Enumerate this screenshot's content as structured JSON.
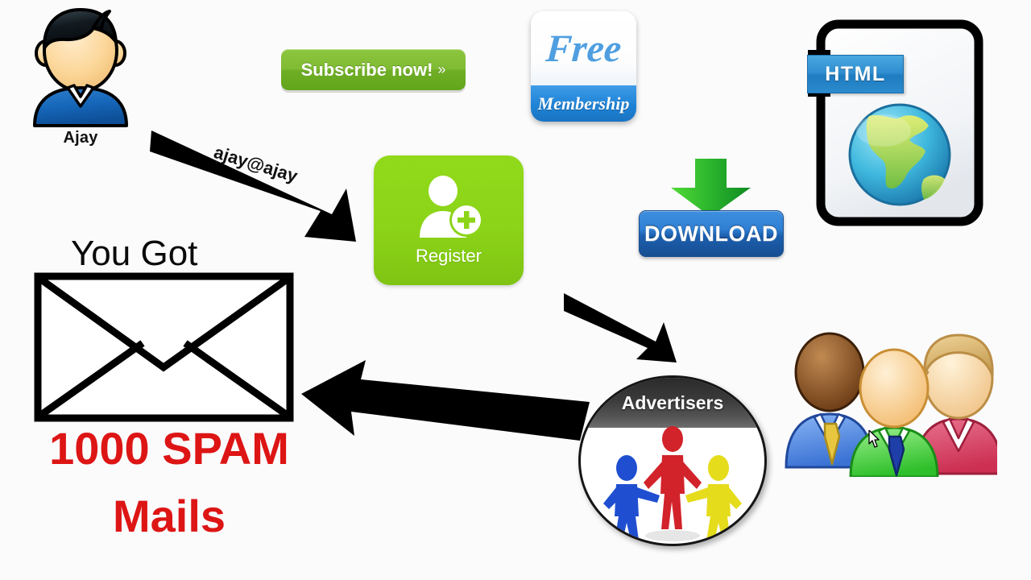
{
  "diagram": {
    "title": "Spam email flow: user registers on free site, data sold to advertisers, user receives spam",
    "background_color": "#fbfbfc"
  },
  "user": {
    "name": "Ajay",
    "avatar_icon": "user-avatar-icon",
    "email_label": "ajay@ajay"
  },
  "buttons": {
    "subscribe": {
      "label": "Subscribe now!",
      "chevron": "»",
      "color": "#7fbb33"
    },
    "register": {
      "label": "Register",
      "icon": "add-user-icon",
      "color": "#8cd418"
    },
    "download": {
      "label": "DOWNLOAD",
      "arrow_icon": "download-arrow-icon",
      "button_color": "#2f7fd4",
      "arrow_color": "#2eb82e"
    }
  },
  "badges": {
    "free_membership": {
      "top_text": "Free",
      "bottom_text": "Membership",
      "top_text_color": "#4f9fe0",
      "bottom_bg_color": "#1f83d6"
    },
    "html_file": {
      "label": "HTML",
      "icon": "html-file-globe-icon",
      "label_bg_color": "#2f8fd0"
    }
  },
  "advertisers": {
    "label": "Advertisers",
    "icon": "three-people-handshake-icon",
    "band_color": "#3b3b3b"
  },
  "audience": {
    "icon": "user-group-icon",
    "cursor_icon": "mouse-cursor-icon",
    "people": [
      {
        "shirt_color": "#4a7fe0",
        "tie_color": "#e8c63f",
        "head_color": "#7a4a22"
      },
      {
        "shirt_color": "#d94a6a",
        "tie_color": "none",
        "head_color": "#f5cf96"
      },
      {
        "shirt_color": "#4ad33f",
        "tie_color": "#1f3fa8",
        "head_color": "#f7c67a"
      }
    ]
  },
  "mailbox": {
    "heading": "You Got",
    "envelope_icon": "envelope-icon",
    "spam_line1": "1000 SPAM",
    "spam_line2": "Mails",
    "spam_color": "#dd1515",
    "heading_color": "#0a0a0a"
  },
  "arrows": [
    {
      "id": "ajay-to-register",
      "label": "ajay@ajay",
      "direction": "down-right",
      "color": "#000000"
    },
    {
      "id": "register-to-advertisers",
      "label": "",
      "direction": "down-right",
      "color": "#000000"
    },
    {
      "id": "advertisers-to-envelope",
      "label": "",
      "direction": "up-left",
      "color": "#000000"
    }
  ]
}
